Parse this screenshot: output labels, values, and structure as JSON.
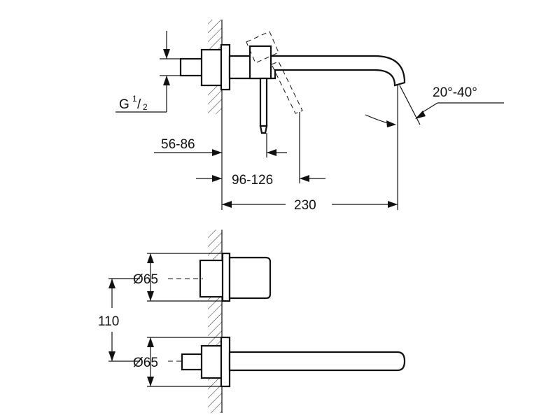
{
  "dimensions": {
    "thread_main": "G",
    "thread_sup": "1",
    "thread_sub": "2",
    "angle": "20°-40°",
    "wall_depth": "56-86",
    "lever_depth": "96-126",
    "spout_length": "230",
    "diameter_upper": "Ø65",
    "center_distance": "110",
    "diameter_lower": "Ø65"
  }
}
